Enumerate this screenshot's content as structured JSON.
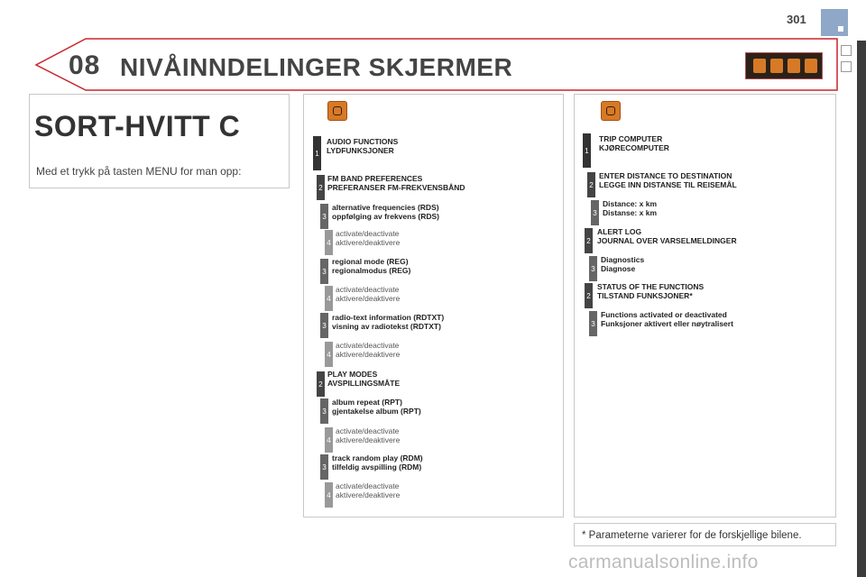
{
  "page": {
    "number": "301"
  },
  "header": {
    "chapter": "08",
    "title": "NIVÅINNDELINGER SKJERMER"
  },
  "intro": {
    "title": "SORT-HVITT C",
    "text": "Med et trykk på tasten MENU for man opp:"
  },
  "audio_menu": {
    "icon": "audio-functions-icon",
    "items": [
      {
        "level": "1",
        "line1": "AUDIO FUNCTIONS",
        "line2": "LYDFUNKSJONER"
      },
      {
        "level": "2",
        "line1": "FM BAND PREFERENCES",
        "line2": "PREFERANSER FM-FREKVENSBÅND"
      },
      {
        "level": "3",
        "line1": "alternative frequencies (RDS)",
        "line2": "oppfølging av frekvens (RDS)"
      },
      {
        "level": "4",
        "line1": "activate/deactivate",
        "line2": "aktivere/deaktivere"
      },
      {
        "level": "3",
        "line1": "regional mode (REG)",
        "line2": "regionalmodus (REG)"
      },
      {
        "level": "4",
        "line1": "activate/deactivate",
        "line2": "aktivere/deaktivere"
      },
      {
        "level": "3",
        "line1": "radio-text information (RDTXT)",
        "line2": "visning av radiotekst (RDTXT)"
      },
      {
        "level": "4",
        "line1": "activate/deactivate",
        "line2": "aktivere/deaktivere"
      },
      {
        "level": "2",
        "line1": "PLAY MODES",
        "line2": "AVSPILLINGSMÅTE"
      },
      {
        "level": "3",
        "line1": "album repeat (RPT)",
        "line2": "gjentakelse album (RPT)"
      },
      {
        "level": "4",
        "line1": "activate/deactivate",
        "line2": "aktivere/deaktivere"
      },
      {
        "level": "3",
        "line1": "track random play (RDM)",
        "line2": "tilfeldig avspilling (RDM)"
      },
      {
        "level": "4",
        "line1": "activate/deactivate",
        "line2": "aktivere/deaktivere"
      }
    ]
  },
  "trip_menu": {
    "icon": "fuel-pump-icon",
    "items": [
      {
        "level": "1",
        "line1": "TRIP COMPUTER",
        "line2": "KJØRECOMPUTER"
      },
      {
        "level": "2",
        "line1": "ENTER DISTANCE TO DESTINATION",
        "line2": "LEGGE INN DISTANSE TIL REISEMÅL"
      },
      {
        "level": "3",
        "line1": "Distance: x km",
        "line2": "Distanse: x km"
      },
      {
        "level": "2",
        "line1": "ALERT LOG",
        "line2": "JOURNAL OVER VARSELMELDINGER"
      },
      {
        "level": "3",
        "line1": "Diagnostics",
        "line2": "Diagnose"
      },
      {
        "level": "2",
        "line1": "STATUS OF THE FUNCTIONS",
        "line2": "TILSTAND FUNKSJONER*"
      },
      {
        "level": "3",
        "line1": "Functions activated or deactivated",
        "line2": "Funksjoner aktivert eller nøytralisert"
      }
    ]
  },
  "footnote": "* Parameterne varierer for de forskjellige bilene.",
  "watermark": "carmanualsonline.info",
  "colors": {
    "accent_red": "#c9252c",
    "icon_orange": "#d77a28",
    "corner_blue": "#8fa8c8"
  }
}
